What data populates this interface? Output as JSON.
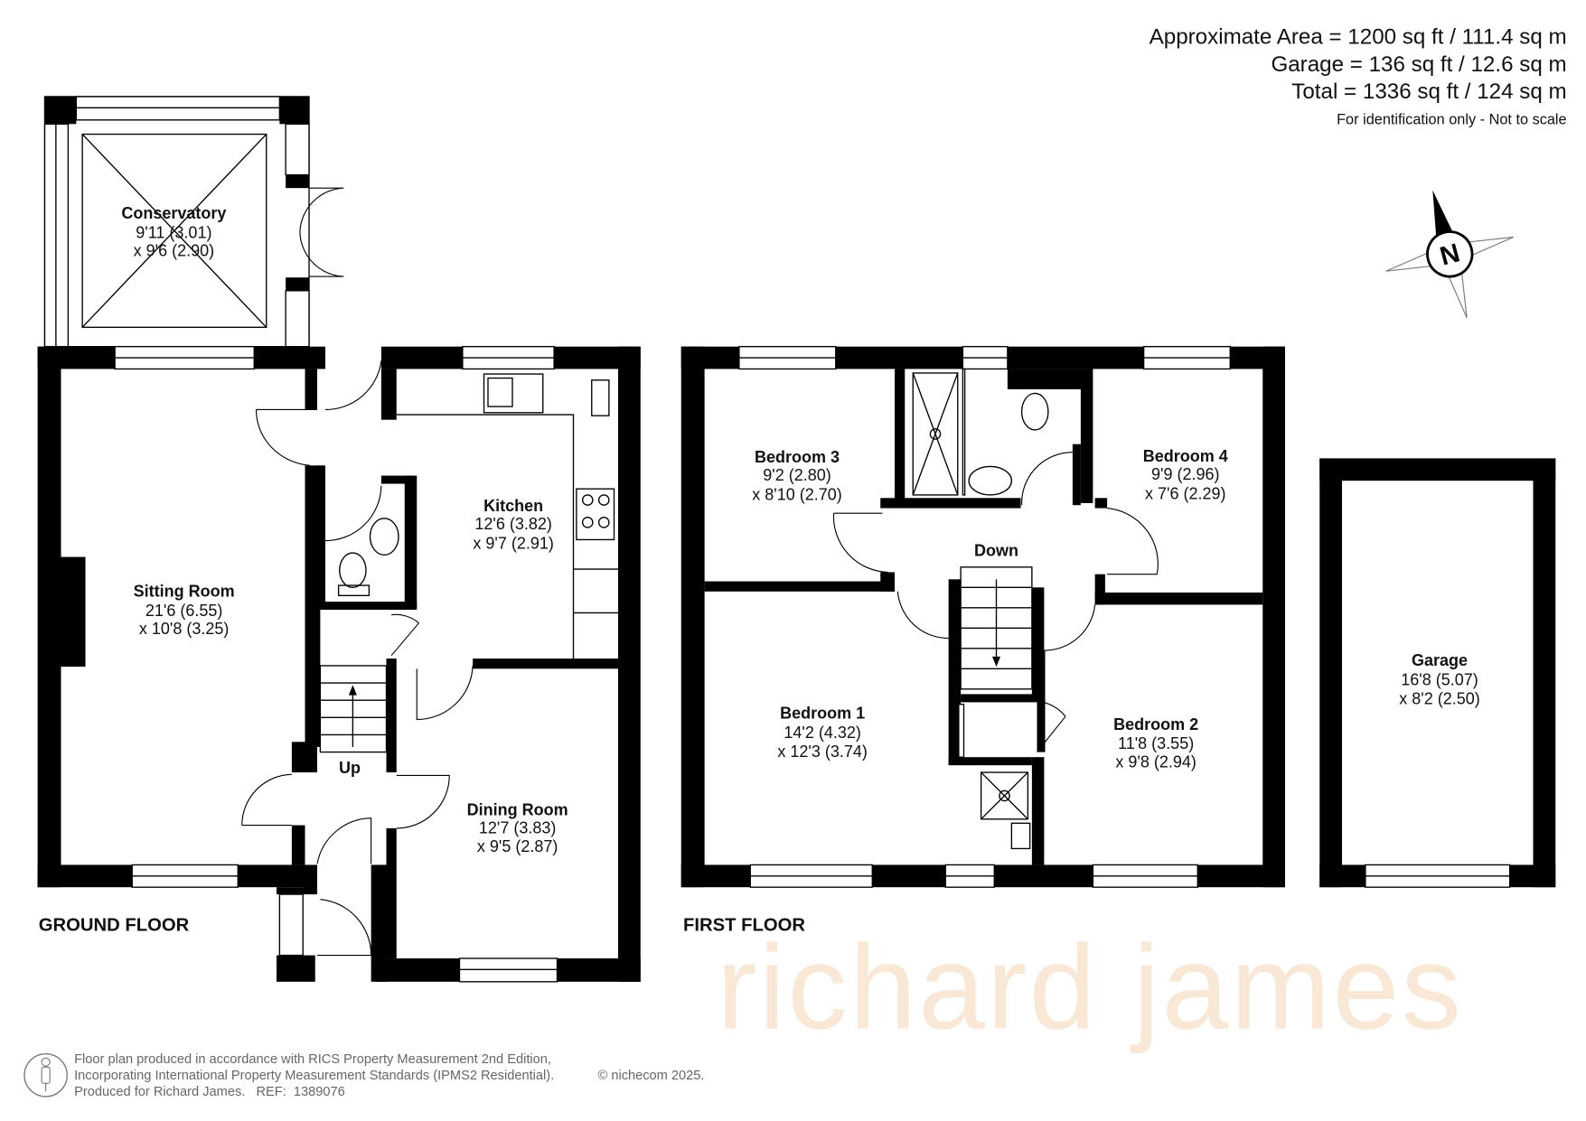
{
  "header": {
    "approx_area": "Approximate Area = 1200 sq ft / 111.4 sq m",
    "garage_area": "Garage = 136 sq ft / 12.6 sq m",
    "total_area": "Total = 1336 sq ft / 124 sq m",
    "disclaimer": "For identification only - Not to scale"
  },
  "watermark": "richard james",
  "compass": {
    "label": "N"
  },
  "ground_floor": {
    "label": "GROUND FLOOR",
    "rooms": {
      "conservatory": {
        "name": "Conservatory",
        "dim1": "9'11 (3.01)",
        "dim2": "x 9'6 (2.90)"
      },
      "kitchen": {
        "name": "Kitchen",
        "dim1": "12'6 (3.82)",
        "dim2": "x 9'7 (2.91)"
      },
      "sitting_room": {
        "name": "Sitting Room",
        "dim1": "21'6 (6.55)",
        "dim2": "x 10'8 (3.25)"
      },
      "dining_room": {
        "name": "Dining Room",
        "dim1": "12'7 (3.83)",
        "dim2": "x 9'5 (2.87)"
      }
    },
    "stairs_label": "Up"
  },
  "first_floor": {
    "label": "FIRST FLOOR",
    "rooms": {
      "bedroom3": {
        "name": "Bedroom 3",
        "dim1": "9'2 (2.80)",
        "dim2": "x 8'10 (2.70)"
      },
      "bedroom4": {
        "name": "Bedroom 4",
        "dim1": "9'9 (2.96)",
        "dim2": "x 7'6 (2.29)"
      },
      "bedroom1": {
        "name": "Bedroom 1",
        "dim1": "14'2 (4.32)",
        "dim2": "x 12'3 (3.74)"
      },
      "bedroom2": {
        "name": "Bedroom 2",
        "dim1": "11'8 (3.55)",
        "dim2": "x 9'8 (2.94)"
      }
    },
    "stairs_label": "Down"
  },
  "garage": {
    "name": "Garage",
    "dim1": "16'8 (5.07)",
    "dim2": "x 8'2 (2.50)"
  },
  "footer": {
    "line1": "Floor plan produced in accordance with RICS Property Measurement 2nd Edition,",
    "line2": "Incorporating International Property Measurement Standards (IPMS2 Residential).",
    "copyright": "© nichecom 2025.",
    "line3": "Produced for Richard James.   REF:  1389076"
  }
}
